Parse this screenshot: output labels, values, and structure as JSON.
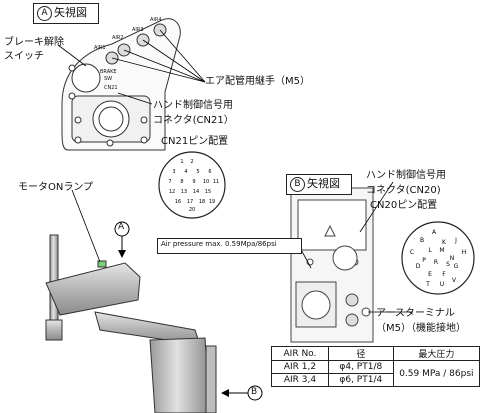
{
  "view_a": {
    "circle_letter": "A",
    "title": "矢視図",
    "brake_switch_label": "ブレーキ解除\nスイッチ",
    "air_fitting_label": "エア配管用継手（M5）",
    "hand_signal_label": "ハンド制御信号用\nコネクタ(CN21）",
    "cn21_pin_title": "CN21ピン配置",
    "air_port_labels": [
      "AIR1",
      "AIR2",
      "AIR3",
      "AIR4"
    ],
    "brake_text": "BRAKE",
    "sw_text": "SW",
    "cn21_text": "CN21",
    "cn21_pins": [
      "1",
      "2",
      "3",
      "4",
      "5",
      "6",
      "7",
      "8",
      "9",
      "10",
      "11",
      "12",
      "13",
      "14",
      "15",
      "16",
      "17",
      "18",
      "19",
      "20"
    ]
  },
  "view_b": {
    "circle_letter": "B",
    "title": "矢視図",
    "hand_signal_label": "ハンド制御信号用\nコネクタ(CN20)",
    "cn20_pin_title": "CN20ピン配置",
    "earth_label": "アースターミナル\n（M5）（機能接地）",
    "cn20_pins": [
      "A",
      "B",
      "C",
      "D",
      "E",
      "F",
      "G",
      "H",
      "J",
      "K",
      "L",
      "M",
      "N",
      "P",
      "R",
      "S",
      "T",
      "U",
      "V"
    ]
  },
  "robot": {
    "motor_lamp_label": "モータONランプ",
    "pointer_a": "A",
    "pointer_b": "B",
    "pressure_note": "Air pressure max. 0.59Mpa/86psi"
  },
  "spec_table": {
    "headers": [
      "AIR No.",
      "径",
      "最大圧力"
    ],
    "rows": [
      [
        "AIR 1,2",
        "φ4, PT1/8"
      ],
      [
        "AIR 3,4",
        "φ6, PT1/4"
      ]
    ],
    "max_pressure": "0.59 MPa / 86psi"
  }
}
